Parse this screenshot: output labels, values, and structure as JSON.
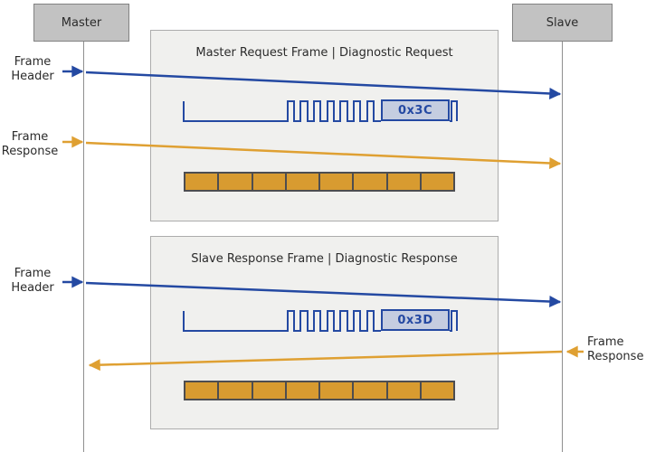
{
  "nodes": {
    "master": "Master",
    "slave": "Slave"
  },
  "frames": [
    {
      "title": "Master Request Frame | Diagnostic Request",
      "frame_id": "0x3C",
      "header_arrow_label": "Frame Header",
      "response_arrow_label": "Frame Response",
      "header_direction": "master-to-slave",
      "response_direction": "master-to-slave",
      "data_byte_count": 8
    },
    {
      "title": "Slave Response Frame | Diagnostic Response",
      "frame_id": "0x3D",
      "header_arrow_label": "Frame Header",
      "response_arrow_label": "Frame Response",
      "header_direction": "master-to-slave",
      "response_direction": "slave-to-master",
      "data_byte_count": 8
    }
  ],
  "colors": {
    "accent_blue": "#2449a2",
    "accent_orange": "#dfa032",
    "data_cell_orange": "#d89b30",
    "node_fill": "#c2c2c2",
    "panel_fill": "#f0f0ee",
    "id_box_fill": "#c5cde0"
  }
}
